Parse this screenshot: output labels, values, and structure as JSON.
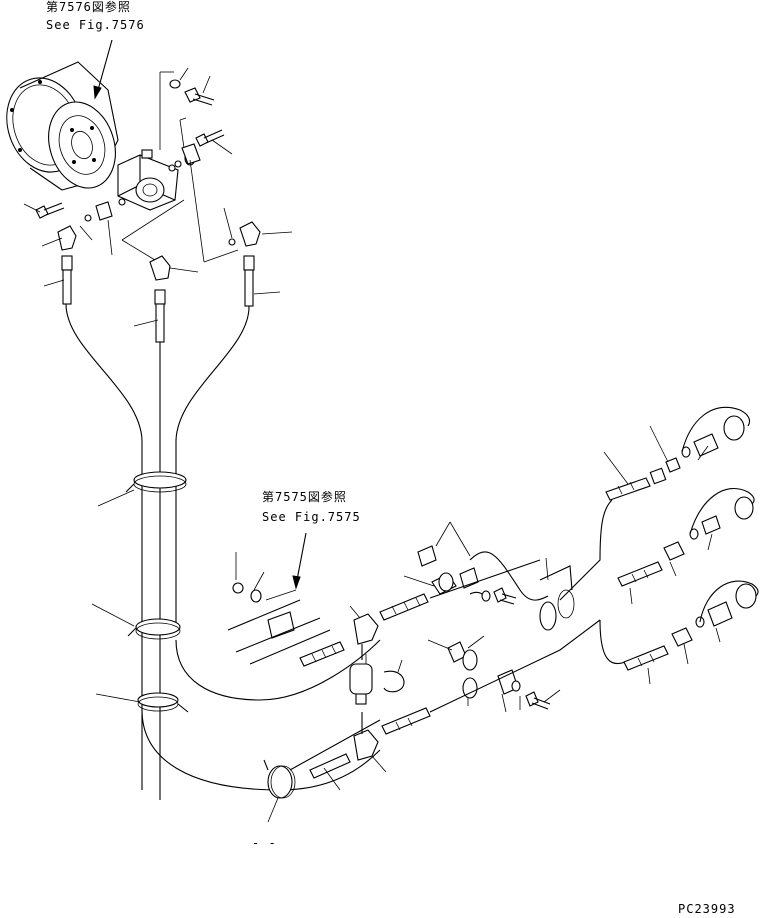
{
  "references": [
    {
      "jp": "第7576図参照",
      "en": "See Fig.7576"
    },
    {
      "jp": "第7575図参照",
      "en": "See Fig.7575"
    }
  ],
  "drawing_number": "PC23993",
  "stray_mark": "- -"
}
